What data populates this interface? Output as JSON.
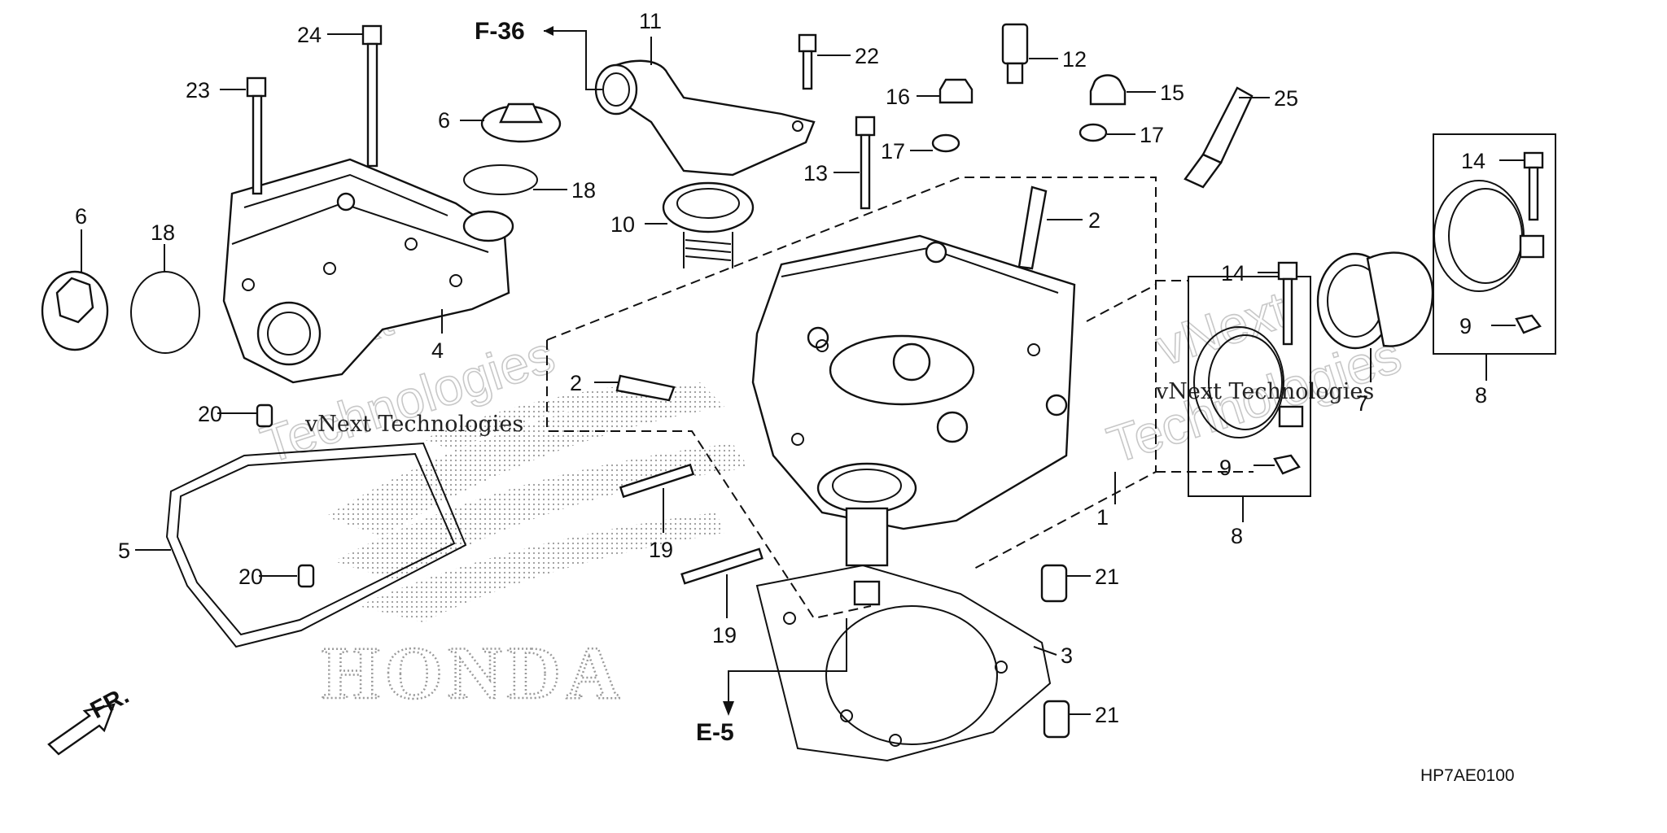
{
  "diagram": {
    "code": "HP7AE0100",
    "refs": {
      "f36": "F-36",
      "e5": "E-5",
      "fr": "FR."
    },
    "brand": "HONDA",
    "watermark": {
      "line1": "vNext Technologies",
      "line2": "vNext Technologies",
      "ghost1": "vNext",
      "ghost2": "Technologies",
      "ghost3": "vNext",
      "ghost4": "Technologies"
    },
    "labels": {
      "p1": "1",
      "p2a": "2",
      "p2b": "2",
      "p3": "3",
      "p4": "4",
      "p5": "5",
      "p6a": "6",
      "p6b": "6",
      "p7": "7",
      "p8a": "8",
      "p8b": "8",
      "p9a": "9",
      "p9b": "9",
      "p10": "10",
      "p11": "11",
      "p12": "12",
      "p13": "13",
      "p14a": "14",
      "p14b": "14",
      "p15": "15",
      "p16": "16",
      "p17a": "17",
      "p17b": "17",
      "p18a": "18",
      "p18b": "18",
      "p19a": "19",
      "p19b": "19",
      "p20a": "20",
      "p20b": "20",
      "p21a": "21",
      "p21b": "21",
      "p22": "22",
      "p23": "23",
      "p24": "24",
      "p25": "25"
    },
    "colors": {
      "ink": "#111111",
      "paper": "#ffffff",
      "stipple": "#9a9a9a"
    }
  }
}
